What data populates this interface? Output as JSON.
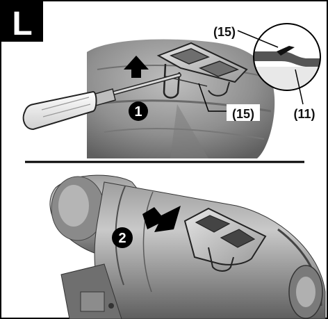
{
  "figure": {
    "badge_letter": "L"
  },
  "top_panel": {
    "step_number": "1",
    "callout_clip": "(15)",
    "inset_label_top": "(15)",
    "inset_label_bottom": "(11)"
  },
  "bottom_panel": {
    "step_number": "2"
  }
}
